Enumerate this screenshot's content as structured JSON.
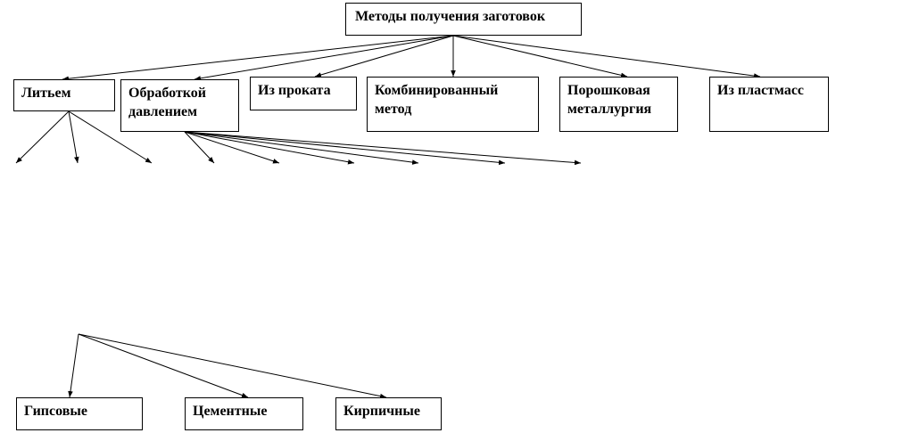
{
  "root": {
    "label": "Методы получения заготовок"
  },
  "methods": [
    {
      "id": "casting",
      "label": "Литьем"
    },
    {
      "id": "pressure",
      "label": "Обработкой\nдавлением"
    },
    {
      "id": "rolled",
      "label": "Из проката"
    },
    {
      "id": "combined",
      "label": "Комбинированный\nметод"
    },
    {
      "id": "powder",
      "label": "Порошковая\nметаллургия"
    },
    {
      "id": "plastics",
      "label": "Из пластмасс"
    }
  ],
  "mold_types": [
    {
      "id": "gypsum",
      "label": "Гипсовые"
    },
    {
      "id": "cement",
      "label": "Цементные"
    },
    {
      "id": "brick",
      "label": "Кирпичные"
    }
  ]
}
